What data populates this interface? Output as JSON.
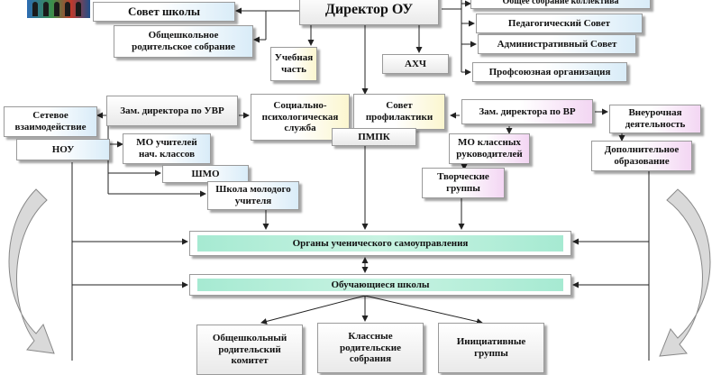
{
  "colors": {
    "line": "#222222",
    "arrow_fill": "#d9d9d9",
    "blue_accent": "#d9ecf8",
    "pink_accent": "#f3d6f3",
    "yellow_accent": "#fbf6cf",
    "green_accent": "#a6ead2"
  },
  "boxes": {
    "director": "Директор ОУ",
    "school_council": "Совет школы",
    "parent_assembly": "Общешкольное родительское собрание",
    "academic_unit": "Учебная часть",
    "akhch": "АХЧ",
    "staff_meeting": "Общее собрание коллектива",
    "ped_council": "Педагогический Совет",
    "admin_council": "Административный Совет",
    "union": "Профсоюзная организация",
    "deputy_uvr": "Зам. директора по УВР",
    "social_psych": "Социально-психологическая служба",
    "prevention_council": "Совет профилактики",
    "pmpk": "ПМПК",
    "deputy_vr": "Зам. директора по ВР",
    "network": "Сетевое взаимодействие",
    "nou": "НОУ",
    "mo_primary": "МО учителей нач. классов",
    "shmo": "ШМО",
    "young_teacher": "Школа молодого учителя",
    "mo_class_leaders": "МО классных руководителей",
    "creative_groups": "Творческие группы",
    "extracurricular": "Внеурочная деятельность",
    "additional_edu": "Дополнительное образование",
    "student_gov": "Органы ученического самоуправления",
    "students": "Обучающиеся школы",
    "parent_committee": "Общешкольный родительский комитет",
    "class_meetings": "Классные родительские собрания",
    "initiative_groups": "Инициативные группы"
  }
}
